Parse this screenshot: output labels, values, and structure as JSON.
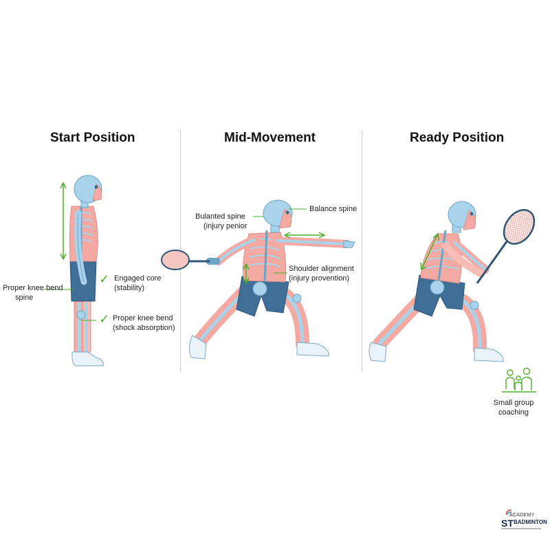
{
  "panels": [
    {
      "title": "Start Position"
    },
    {
      "title": "Mid-Movement"
    },
    {
      "title": "Ready Position"
    }
  ],
  "labels": {
    "start_knee": "Proper knee bend",
    "start_spine": "spine",
    "core_1": "Engaged core",
    "core_2": "(stability)",
    "knee_1": "Proper knee bend",
    "knee_2": "(shock absorption)",
    "mid_spine_1": "Bulanted spine",
    "mid_spine_2": "(injury penior",
    "balance": "Balance spine",
    "shoulder_1": "Shoulder alignment",
    "shoulder_2": "(injury provention)"
  },
  "group": {
    "line1": "Small group",
    "line2": "coaching"
  },
  "logo": {
    "top": "ACADEMY",
    "st": "ST",
    "name": "BADMINTON"
  },
  "colors": {
    "bone": "#a9d3ea",
    "bone_stroke": "#6aa3c6",
    "muscle": "#f4aaa2",
    "shorts": "#3f6e97",
    "accent": "#4caf2a",
    "racket_head": "#f7c6c0"
  },
  "icons": {
    "check": "check-icon",
    "group": "people-group-icon",
    "arrow": "double-arrow-icon"
  }
}
